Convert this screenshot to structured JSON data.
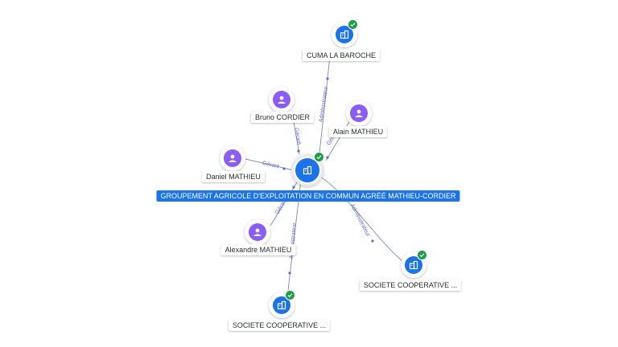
{
  "graph": {
    "nodes": {
      "main": {
        "label": "GROUPEMENT AGRICOLE D'EXPLOITATION EN COMMUN AGRÉÉ MATHIEU-CORDIER",
        "type": "company",
        "verified": true
      },
      "cuma": {
        "label": "CUMA LA BAROCHE",
        "type": "company",
        "verified": true
      },
      "bruno": {
        "label": "Bruno CORDIER",
        "type": "person"
      },
      "alain": {
        "label": "Alain MATHIEU",
        "type": "person"
      },
      "daniel": {
        "label": "Daniel MATHIEU",
        "type": "person"
      },
      "alexandre": {
        "label": "Alexandre MATHIEU",
        "type": "person"
      },
      "coop1": {
        "label": "SOCIETE COOPERATIVE ...",
        "type": "company",
        "verified": true
      },
      "coop2": {
        "label": "SOCIETE COOPERATIVE ...",
        "type": "company",
        "verified": true
      }
    },
    "edges": [
      {
        "from": "main",
        "to": "cuma",
        "label": "Administrateur"
      },
      {
        "from": "bruno",
        "to": "main",
        "label": "Gérant"
      },
      {
        "from": "alain",
        "to": "main",
        "label": "Gérant"
      },
      {
        "from": "daniel",
        "to": "main",
        "label": "Gérant"
      },
      {
        "from": "alexandre",
        "to": "main",
        "label": "Gérant"
      },
      {
        "from": "main",
        "to": "coop1",
        "label": "Administrateur"
      },
      {
        "from": "main",
        "to": "coop2",
        "label": "Administrateur"
      }
    ]
  },
  "colors": {
    "person": "#8b5cf6",
    "company": "#1a73e8",
    "verified": "#1e9e4a",
    "edge_label": "#5b6cd6"
  },
  "icons": {
    "person": "person-icon",
    "company": "building-icon",
    "verified": "check-icon"
  }
}
